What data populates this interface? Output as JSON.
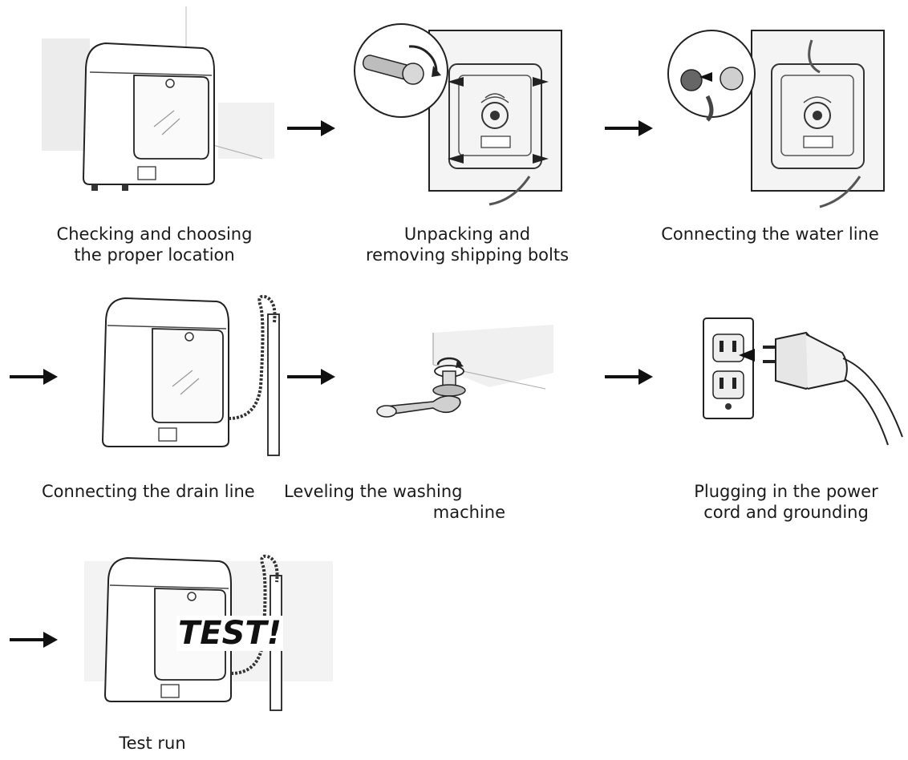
{
  "steps": [
    {
      "id": "location",
      "lines": [
        "Checking and choosing",
        "the proper location"
      ]
    },
    {
      "id": "unpacking",
      "lines": [
        "Unpacking and",
        "removing shipping bolts"
      ]
    },
    {
      "id": "water",
      "lines": [
        "Connecting the water line"
      ]
    },
    {
      "id": "drain",
      "lines": [
        "Connecting the drain line"
      ]
    },
    {
      "id": "leveling",
      "lines": [
        "Leveling the washing",
        "machine"
      ]
    },
    {
      "id": "power",
      "lines": [
        "Plugging in the power",
        "cord and grounding"
      ]
    },
    {
      "id": "test",
      "lines": [
        "Test run"
      ]
    }
  ],
  "test_stamp": "TEST!"
}
